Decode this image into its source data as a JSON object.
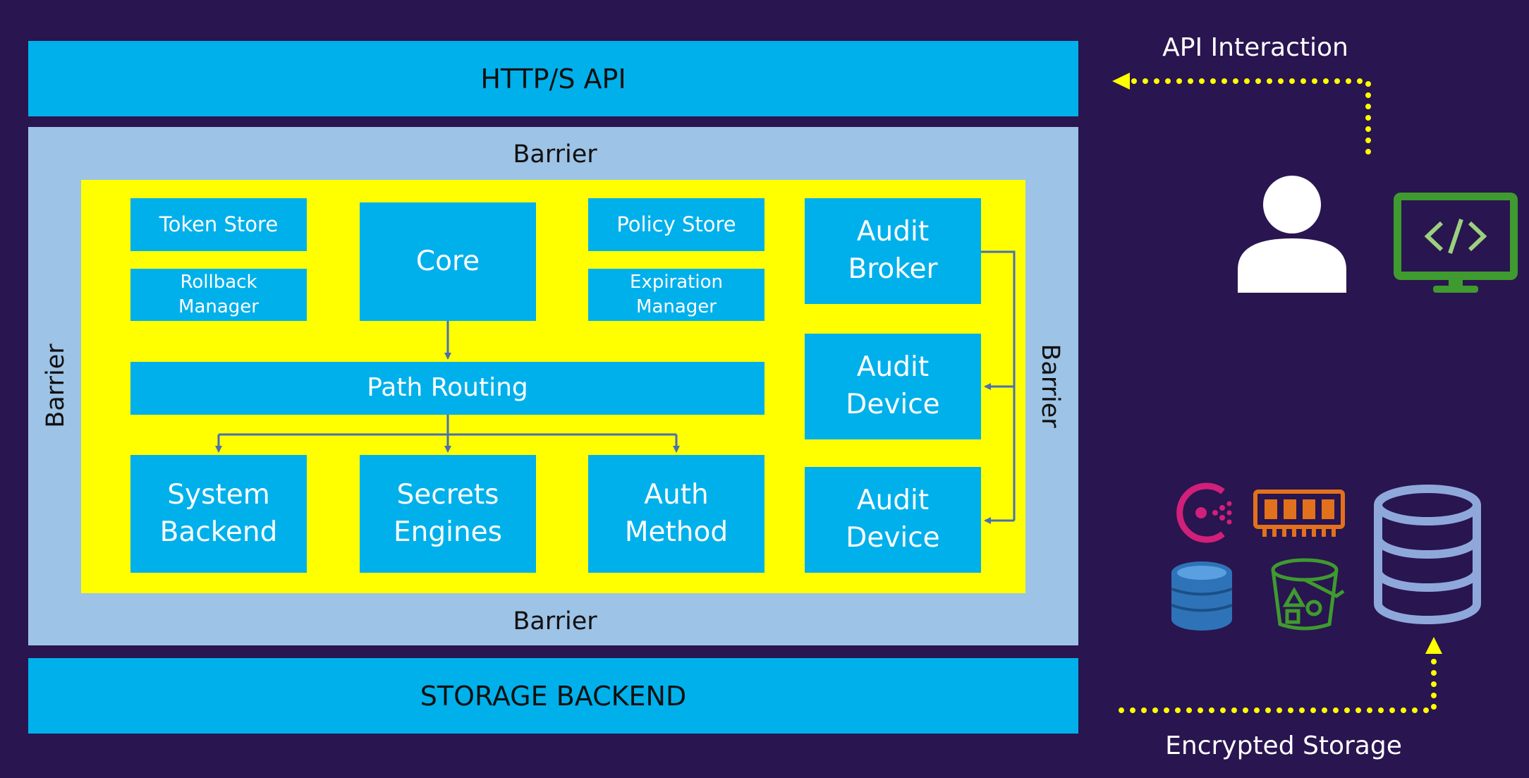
{
  "diagram": {
    "api_bar": "HTTP/S API",
    "storage_bar": "STORAGE BACKEND",
    "barrier": {
      "top": "Barrier",
      "bottom": "Barrier",
      "left": "Barrier",
      "right": "Barrier"
    },
    "components": {
      "token_store": "Token Store",
      "rollback_manager": "Rollback Manager",
      "core": "Core",
      "policy_store": "Policy Store",
      "expiration_manager": "Expiration Manager",
      "audit_broker": "Audit Broker",
      "path_routing": "Path Routing",
      "audit_device_1": "Audit Device",
      "audit_device_2": "Audit Device",
      "system_backend": "System Backend",
      "secrets_engines": "Secrets Engines",
      "auth_method": "Auth Method"
    }
  },
  "side": {
    "api_interaction": "API Interaction",
    "encrypted_storage": "Encrypted Storage",
    "icons": [
      "user-icon",
      "code-monitor-icon",
      "consul-icon",
      "memory-icon",
      "dynamodb-icon",
      "s3-bucket-icon",
      "database-icon"
    ]
  },
  "colors": {
    "background": "#29154f",
    "api_bar": "#00b0eb",
    "barrier": "#9dc3e6",
    "inner": "#ffff00",
    "component": "#00b0eb",
    "arrow": "#4a6fb3",
    "dotted_arrow": "#ffff00",
    "code_monitor": "#3f9a2f",
    "consul": "#d0207a",
    "memory": "#e2711d",
    "dynamodb": "#2e73b8",
    "bucket": "#3f9a2f",
    "database": "#8fa8dc"
  }
}
